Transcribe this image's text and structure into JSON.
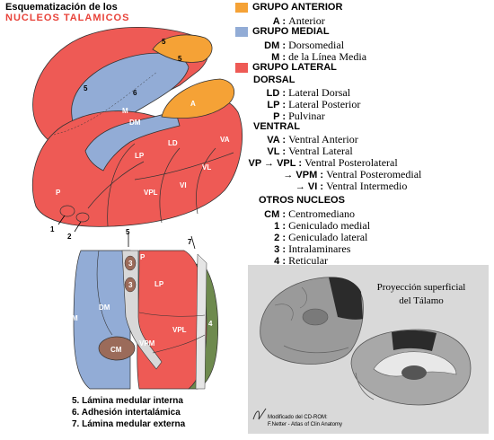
{
  "title_line1": "Esquematización de los",
  "title_line2": "NUCLEOS TALAMICOS",
  "colors": {
    "anterior": "#f5a236",
    "medial": "#92acd6",
    "lateral": "#ee5a55",
    "reticular": "#6e8a4e",
    "centromedian": "#9b6b5a"
  },
  "legend": {
    "anterior_group": {
      "title": "GRUPO ANTERIOR",
      "items": [
        {
          "abbr": "A :",
          "text": "Anterior"
        }
      ]
    },
    "medial_group": {
      "title": "GRUPO MEDIAL",
      "items": [
        {
          "abbr": "DM :",
          "text": "Dorsomedial"
        },
        {
          "abbr": "M :",
          "text": "de la Línea Media"
        }
      ]
    },
    "lateral_group": {
      "title": "GRUPO LATERAL",
      "dorsal_title": "DORSAL",
      "dorsal_items": [
        {
          "abbr": "LD :",
          "text": "Lateral Dorsal"
        },
        {
          "abbr": "LP :",
          "text": "Lateral Posterior"
        },
        {
          "abbr": "P :",
          "text": "Pulvinar"
        }
      ],
      "ventral_title": "VENTRAL",
      "ventral_items": [
        {
          "abbr": "VA :",
          "text": "Ventral Anterior"
        },
        {
          "abbr": "VL :",
          "text": "Ventral Lateral"
        },
        {
          "abbr": "VP → VPL :",
          "text": "Ventral Posterolateral"
        },
        {
          "abbr": "→ VPM :",
          "text": "Ventral Posteromedial"
        },
        {
          "abbr": "→ VI :",
          "text": "Ventral Intermedio"
        }
      ]
    },
    "other_group": {
      "title": "OTROS NUCLEOS",
      "items": [
        {
          "abbr": "CM :",
          "text": "Centromediano"
        },
        {
          "abbr": "1 :",
          "text": "Geniculado medial"
        },
        {
          "abbr": "2 :",
          "text": "Geniculado lateral"
        },
        {
          "abbr": "3 :",
          "text": "Intralaminares"
        },
        {
          "abbr": "4 :",
          "text": "Reticular"
        }
      ]
    }
  },
  "thalamus_labels": {
    "A": "A",
    "M": "M",
    "DM": "DM",
    "LD": "LD",
    "LP": "LP",
    "VA": "VA",
    "VL": "VL",
    "VPL": "VPL",
    "VI": "VI",
    "P": "P",
    "n5a": "5",
    "n5b": "5",
    "n5c": "5",
    "n6": "6",
    "n1": "1",
    "n2": "2"
  },
  "section_labels": {
    "n5": "5",
    "n7": "7",
    "P": "P",
    "n3a": "3",
    "n3b": "3",
    "LP": "LP",
    "DM": "DM",
    "M": "M",
    "CM": "CM",
    "VPM": "VPM",
    "VPL": "VPL",
    "n4": "4"
  },
  "captions": [
    "5. Lámina medular interna",
    "6. Adhesión intertalámica",
    "7. Lámina medular externa"
  ],
  "brain_box": {
    "label_line1": "Proyección superficial",
    "label_line2": "del Tálamo",
    "credit_line1": "Modificado del CD-ROM:",
    "credit_line2": "F.Netter - Atlas of Clin Anatomy",
    "signature": "Netter"
  }
}
